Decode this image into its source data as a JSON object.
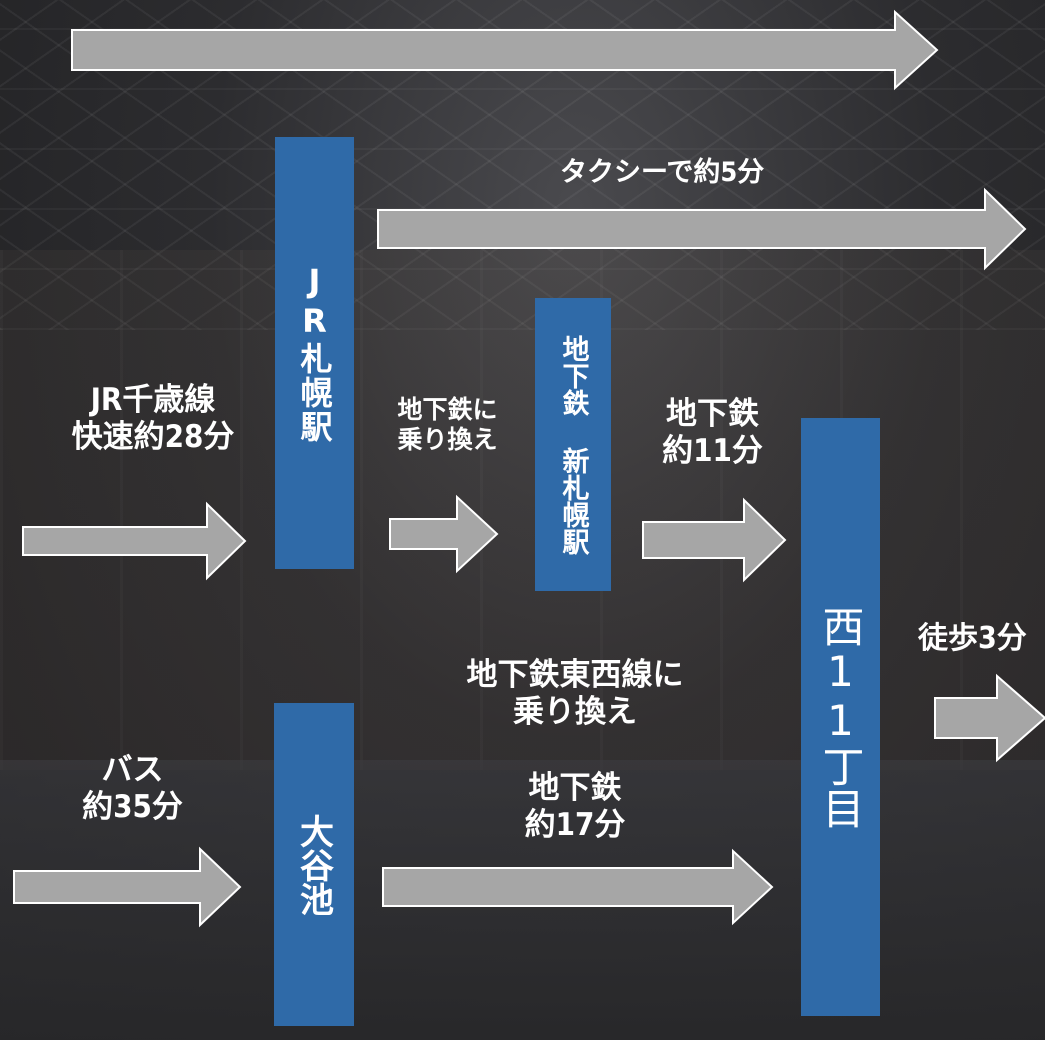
{
  "colors": {
    "arrow": "#a6a6a6",
    "station": "#2f6aa8",
    "text": "#ffffff"
  },
  "stations": {
    "jr_sapporo": "JR札幌駅",
    "shin_sapporo": "地下鉄 新札幌駅",
    "otani_ike": "大谷池",
    "nishi11": "西11丁目"
  },
  "routes": {
    "taxi": "タクシーで約5分",
    "jr_line_1": "JR千歳線",
    "jr_line_2": "快速約28分",
    "transfer_1": "地下鉄に",
    "transfer_2": "乗り換え",
    "subway_11_1": "地下鉄",
    "subway_11_2": "約11分",
    "tozai_1": "地下鉄東西線に",
    "tozai_2": "乗り換え",
    "subway_17_1": "地下鉄",
    "subway_17_2": "約17分",
    "bus_1": "バス",
    "bus_2": "約35分",
    "walk": "徒歩3分"
  },
  "icons": [
    "arrow-right-icon"
  ]
}
